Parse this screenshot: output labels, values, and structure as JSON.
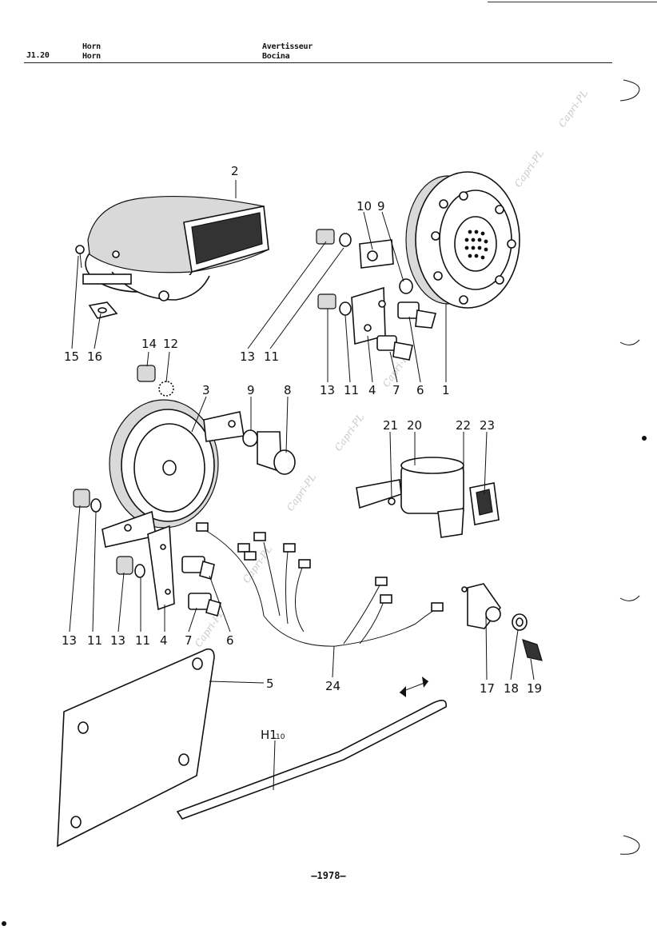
{
  "header": {
    "page_code": "J1.20",
    "en_line1": "Horn",
    "en_line2": "Horn",
    "fr_line1": "Avertisseur",
    "es_line2": "Bocina"
  },
  "footer": {
    "page_number": "–1978–"
  },
  "watermark": {
    "text": "Capri-PL"
  },
  "callouts": {
    "c2": "2",
    "c10": "10",
    "c9a": "9",
    "c15": "15",
    "c16": "16",
    "c13a": "13",
    "c11a": "11",
    "c13b": "13",
    "c11b": "11",
    "c4a": "4",
    "c7a": "7",
    "c6a": "6",
    "c1": "1",
    "c14": "14",
    "c12": "12",
    "c3": "3",
    "c9b": "9",
    "c8": "8",
    "c21": "21",
    "c20": "20",
    "c22": "22",
    "c23": "23",
    "c13c": "13",
    "c11c": "11",
    "c13d": "13",
    "c11d": "11",
    "c4b": "4",
    "c7b": "7",
    "c6b": "6",
    "c24": "24",
    "c17": "17",
    "c18": "18",
    "c19": "19",
    "c5": "5",
    "h1_main": "H1",
    "h1_sub": "10"
  }
}
